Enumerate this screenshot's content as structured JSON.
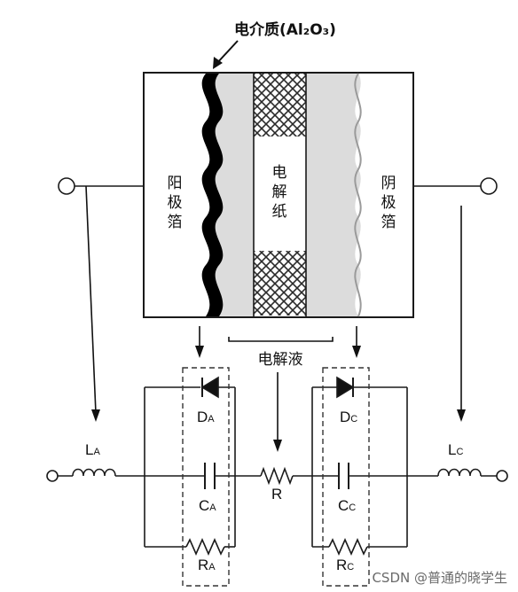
{
  "title": "电介质(Al₂O₃)",
  "labels": {
    "anode_foil": "阳极箔",
    "paper": "电解纸",
    "cathode_foil": "阴极箔",
    "electrolyte": "电解液"
  },
  "components": {
    "LA_main": "L",
    "LA_sub": "A",
    "DA_main": "D",
    "DA_sub": "A",
    "CA_main": "C",
    "CA_sub": "A",
    "RA_main": "R",
    "RA_sub": "A",
    "R": "R",
    "DC_main": "D",
    "DC_sub": "C",
    "CC_main": "C",
    "CC_sub": "C",
    "RC_main": "R",
    "RC_sub": "C",
    "LC_main": "L",
    "LC_sub": "C"
  },
  "watermark": "CSDN @普通的晓学生",
  "colors": {
    "line": "#1a1a1a",
    "anode": "#000000",
    "layer": "#dcdcdc",
    "hatch": "#2a2a2a",
    "dash": "#333333"
  }
}
